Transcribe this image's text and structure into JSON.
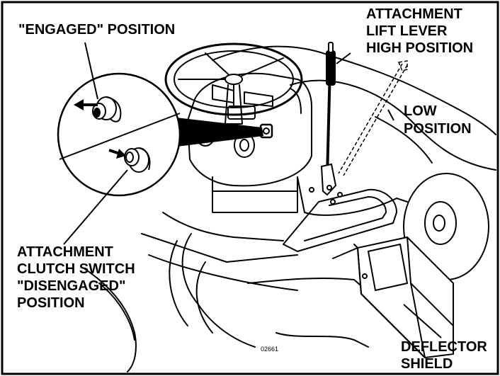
{
  "labels": {
    "engaged": "\"ENGAGED\" POSITION",
    "lift_lever_1": "ATTACHMENT",
    "lift_lever_2": "LIFT LEVER",
    "lift_lever_3": "HIGH POSITION",
    "low_1": "LOW",
    "low_2": "POSITION",
    "clutch_1": "ATTACHMENT",
    "clutch_2": "CLUTCH SWITCH",
    "clutch_3": "\"DISENGAGED\"",
    "clutch_4": "POSITION",
    "deflector_1": "DEFLECTOR",
    "deflector_2": "SHIELD"
  },
  "figure_number": "02661",
  "colors": {
    "ink": "#000000",
    "paper": "#ffffff"
  },
  "icons": [
    "steering-wheel-icon",
    "attachment-clutch-switch-icon",
    "lift-lever-icon",
    "deflector-shield-icon"
  ]
}
